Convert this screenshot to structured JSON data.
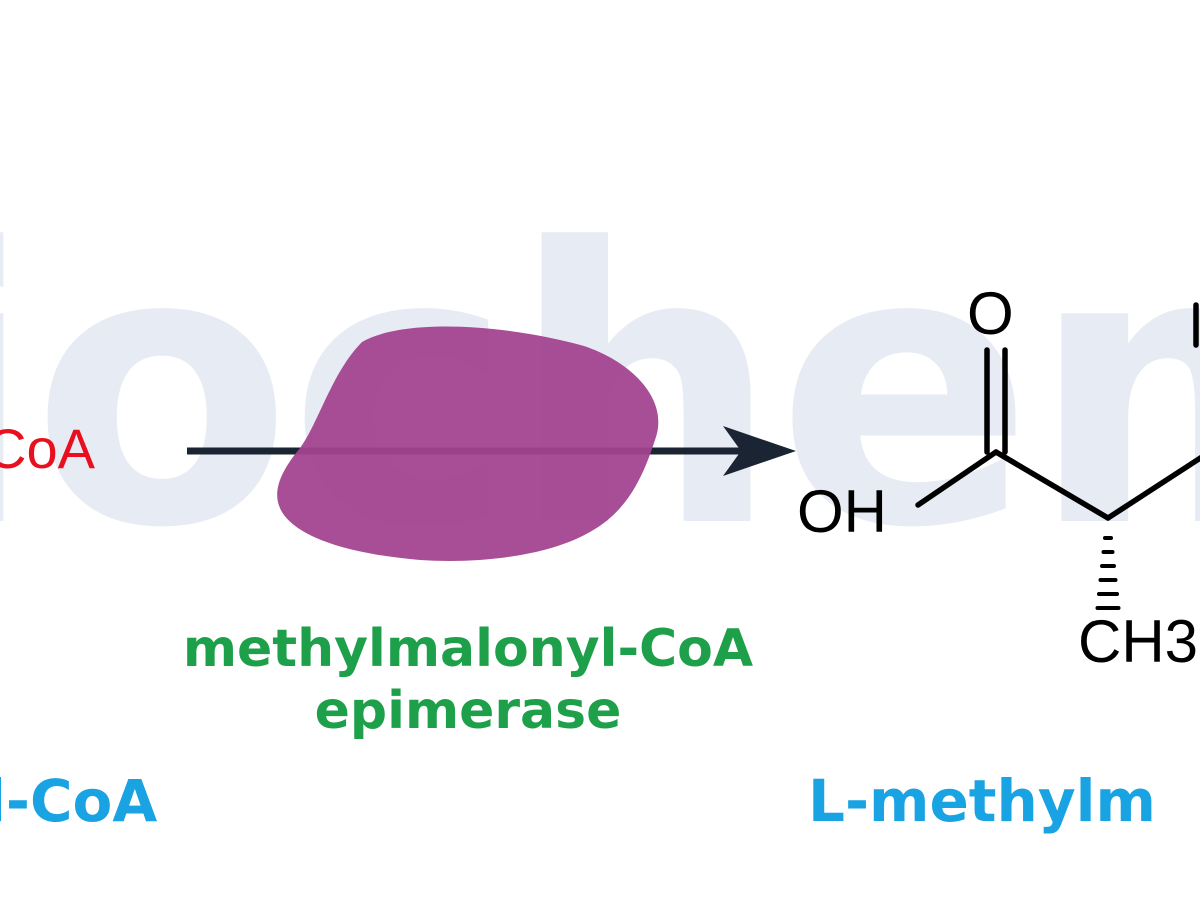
{
  "watermark": {
    "text": "iochemi"
  },
  "reaction": {
    "substrate_label_partial": "CoA",
    "substrate_name_partial": "l-CoA",
    "enzyme": {
      "name_line1": "methylmalonyl-CoA",
      "name_line2": "epimerase",
      "blob_color": "#a3438f"
    },
    "product": {
      "name_partial": "L-methylm",
      "atoms": {
        "carbonyl_oxygen": "O",
        "hydroxyl": "OH",
        "methyl": "CH3"
      }
    }
  },
  "colors": {
    "substrate_coa_text": "#e8101e",
    "enzyme_text": "#1ea04a",
    "compound_name_text": "#1aa3e2",
    "arrow": "#1b2433",
    "watermark": "#e7ebf3"
  }
}
